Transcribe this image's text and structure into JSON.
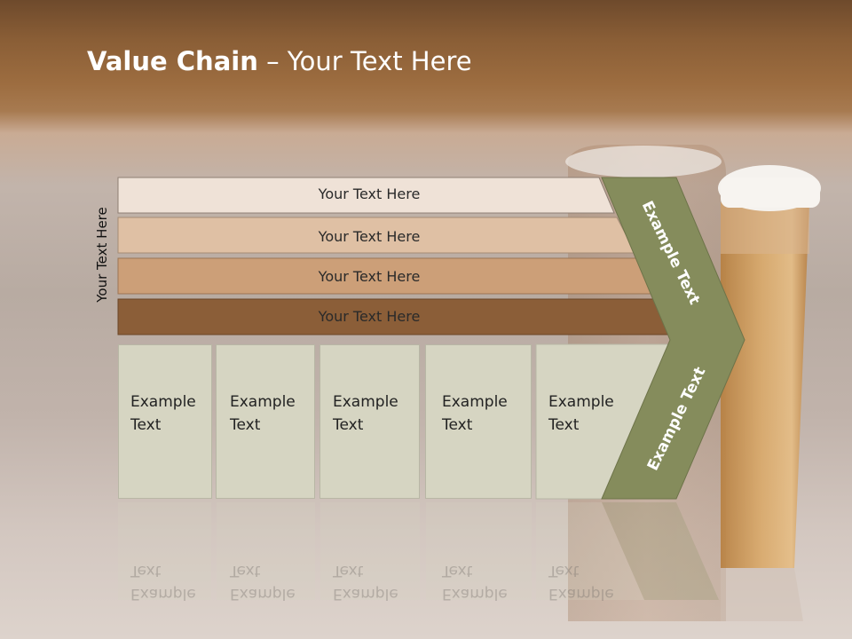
{
  "slide": {
    "title_bold": "Value Chain",
    "title_rest": " – Your Text Here",
    "side_label": "Your Text Here",
    "bands": [
      "Your Text Here",
      "Your Text Here",
      "Your Text Here",
      "Your Text Here"
    ],
    "boxes": [
      "Example\nText",
      "Example\nText",
      "Example\nText",
      "Example\nText",
      "Example\nText"
    ],
    "chevron_upper": "Example Text",
    "chevron_lower": "Example Text"
  },
  "colors": {
    "band_1": "#efe2d7",
    "band_2": "#dfc0a4",
    "band_3": "#cc9f78",
    "band_4": "#8b5e38",
    "box_fill": "#d6d5c2",
    "chevron": "#858c5c"
  }
}
